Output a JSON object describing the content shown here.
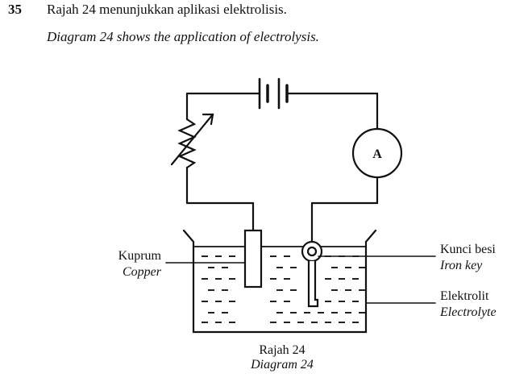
{
  "question": {
    "number": "35",
    "text_ms": "Rajah 24 menunjukkan aplikasi elektrolisis.",
    "text_en": "Diagram 24 shows the application of electrolysis."
  },
  "labels": {
    "copper_ms": "Kuprum",
    "copper_en": "Copper",
    "ironkey_ms": "Kunci besi",
    "ironkey_en": "Iron key",
    "electrolyte_ms": "Elektrolit",
    "electrolyte_en": "Electrolyte",
    "ammeter": "A"
  },
  "caption": {
    "ms": "Rajah 24",
    "en": "Diagram 24"
  }
}
